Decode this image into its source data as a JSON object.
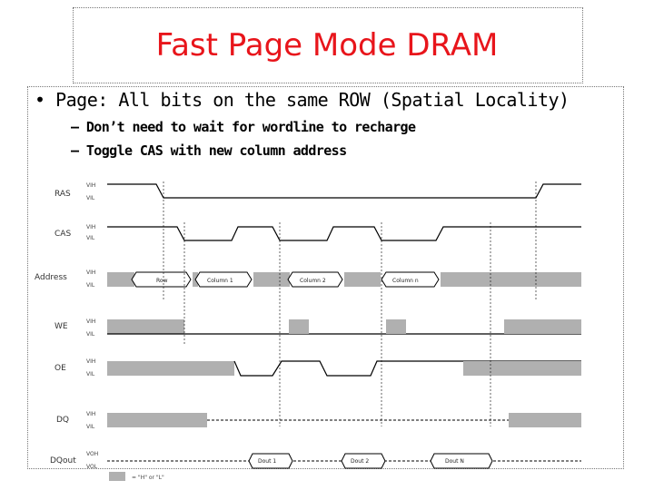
{
  "slide": {
    "title": "Fast Page Mode DRAM",
    "bullet_main": "• Page: All bits on the same ROW (Spatial Locality)",
    "sub_bullets": [
      "– Don’t need to wait for wordline to recharge",
      "– Toggle CAS with new column address"
    ]
  },
  "diagram": {
    "signals": [
      "RAS",
      "CAS",
      "Address",
      "WE",
      "OE",
      "DQ",
      "DQout"
    ],
    "level_labels": {
      "high": "VIH",
      "low": "VIL",
      "out_high": "VOH",
      "out_low": "VOL"
    },
    "address_cells": [
      "Row",
      "Column 1",
      "Column 2",
      "Column n"
    ],
    "data_cells": [
      "Dout 1",
      "Dout 2",
      "Dout N"
    ],
    "legend": "= \"H\" or \"L\"",
    "colors": {
      "title": "#e8151b",
      "hatch": "#b0b0b0",
      "line": "#000000"
    }
  }
}
